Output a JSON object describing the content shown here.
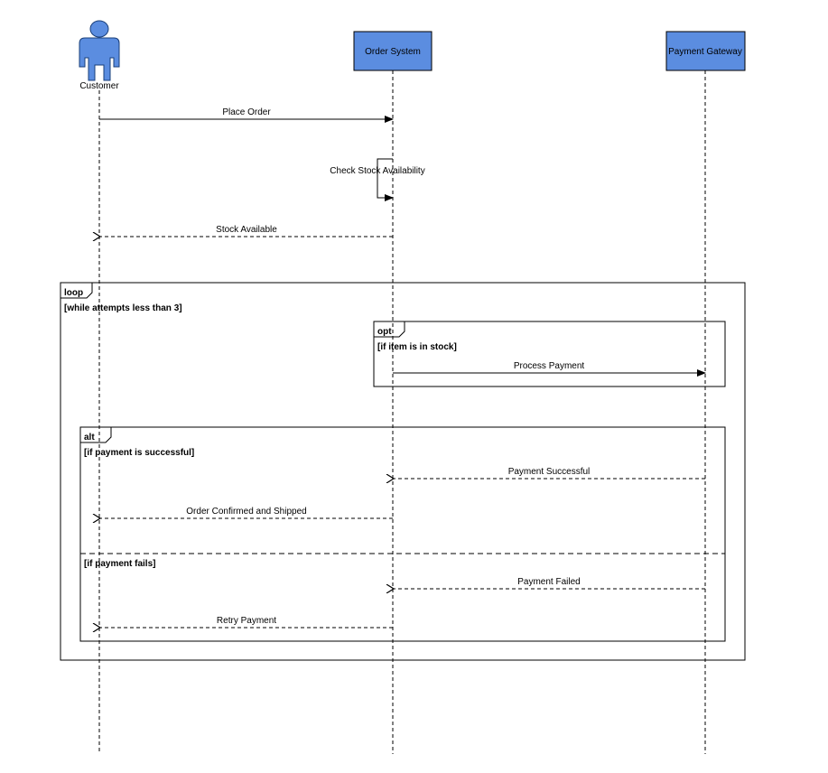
{
  "colors": {
    "participant_fill": "#5b8de0",
    "line": "#000000",
    "background": "#ffffff"
  },
  "participants": [
    {
      "name": "Customer",
      "kind": "actor",
      "icon": "actor-icon"
    },
    {
      "name": "Order System",
      "kind": "box"
    },
    {
      "name": "Payment Gateway",
      "kind": "box"
    }
  ],
  "messages": [
    {
      "label": "Place Order",
      "style": "sync"
    },
    {
      "label": "Check Stock Availability",
      "style": "self"
    },
    {
      "label": "Stock Available",
      "style": "return"
    },
    {
      "label": "Process Payment",
      "style": "sync"
    },
    {
      "label": "Payment Successful",
      "style": "return"
    },
    {
      "label": "Order Confirmed and Shipped",
      "style": "return"
    },
    {
      "label": "Payment Failed",
      "style": "return"
    },
    {
      "label": "Retry Payment",
      "style": "return"
    }
  ],
  "frames": {
    "loop": {
      "tag": "loop",
      "guard": "[while attempts less than 3]"
    },
    "opt": {
      "tag": "opt",
      "guard": "[if item is in stock]"
    },
    "alt": {
      "tag": "alt",
      "guard_1": "[if payment is successful]",
      "guard_2": "[if payment fails]"
    }
  }
}
